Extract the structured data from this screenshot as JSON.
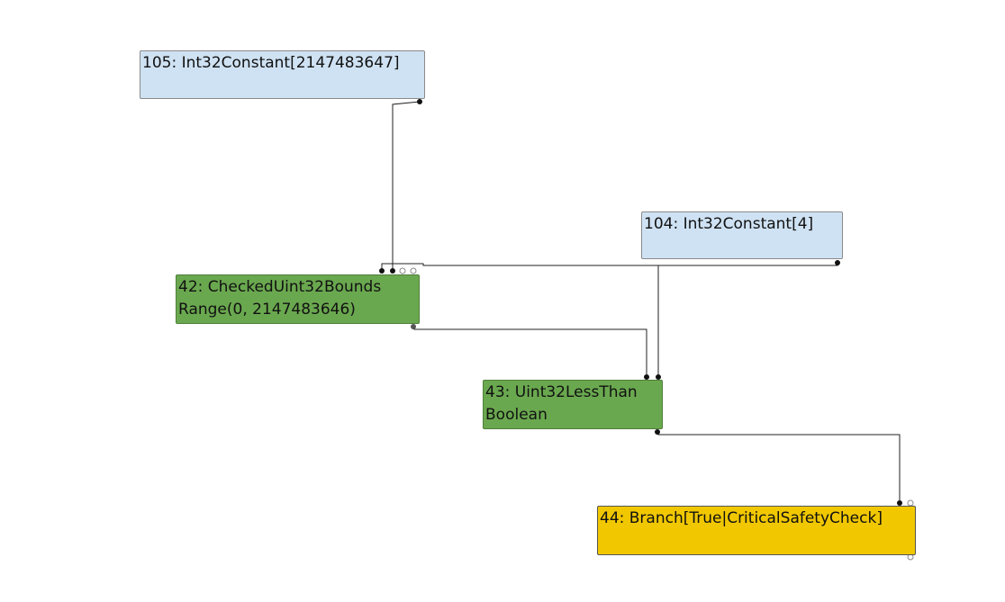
{
  "colors": {
    "constant": "#cfe2f3",
    "checked": "#6aa84f",
    "control": "#f1c700",
    "edge": "#222222",
    "open_port": "#ffffff"
  },
  "nodes": {
    "n105": {
      "lines": [
        "105: Int32Constant[2147483647]"
      ]
    },
    "n104": {
      "lines": [
        "104: Int32Constant[4]"
      ]
    },
    "n42": {
      "lines": [
        "42: CheckedUint32Bounds",
        "Range(0, 2147483646)"
      ]
    },
    "n43": {
      "lines": [
        "43: Uint32LessThan",
        "Boolean"
      ]
    },
    "n44": {
      "lines": [
        "44: Branch[True|CriticalSafetyCheck]"
      ]
    }
  },
  "edges": [
    {
      "from": "n105",
      "to": "n42"
    },
    {
      "from": "n104",
      "to": "n42"
    },
    {
      "from": "n42",
      "to": "n43"
    },
    {
      "from": "n104",
      "to": "n43"
    },
    {
      "from": "n43",
      "to": "n44"
    }
  ]
}
